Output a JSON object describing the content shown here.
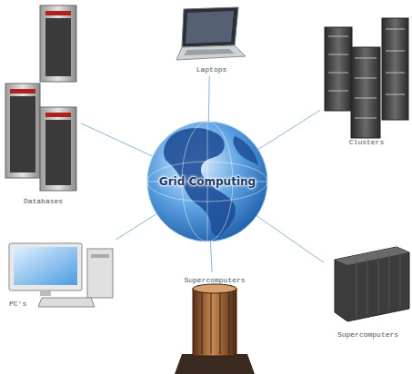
{
  "diagram": {
    "nodes": [
      {
        "text": [
          "Laptops"
        ]
      },
      {
        "text": [
          "Databases"
        ]
      },
      {
        "text": [
          "Clusters"
        ]
      },
      {
        "text": [
          "Grid Computing"
        ]
      },
      {
        "text": [
          "Supercomputers"
        ]
      },
      {
        "text": [
          "PC's"
        ]
      },
      {
        "text": [
          "Supercomputers"
        ]
      }
    ],
    "edges": [
      {
        "from": 3,
        "to": 0,
        "arrow": "none"
      },
      {
        "from": 3,
        "to": 1,
        "arrow": "none"
      },
      {
        "from": 3,
        "to": 2,
        "arrow": "none"
      },
      {
        "from": 3,
        "to": 4,
        "arrow": "none"
      },
      {
        "from": 3,
        "to": 5,
        "arrow": "none"
      },
      {
        "from": 3,
        "to": 6,
        "arrow": "none"
      }
    ]
  }
}
